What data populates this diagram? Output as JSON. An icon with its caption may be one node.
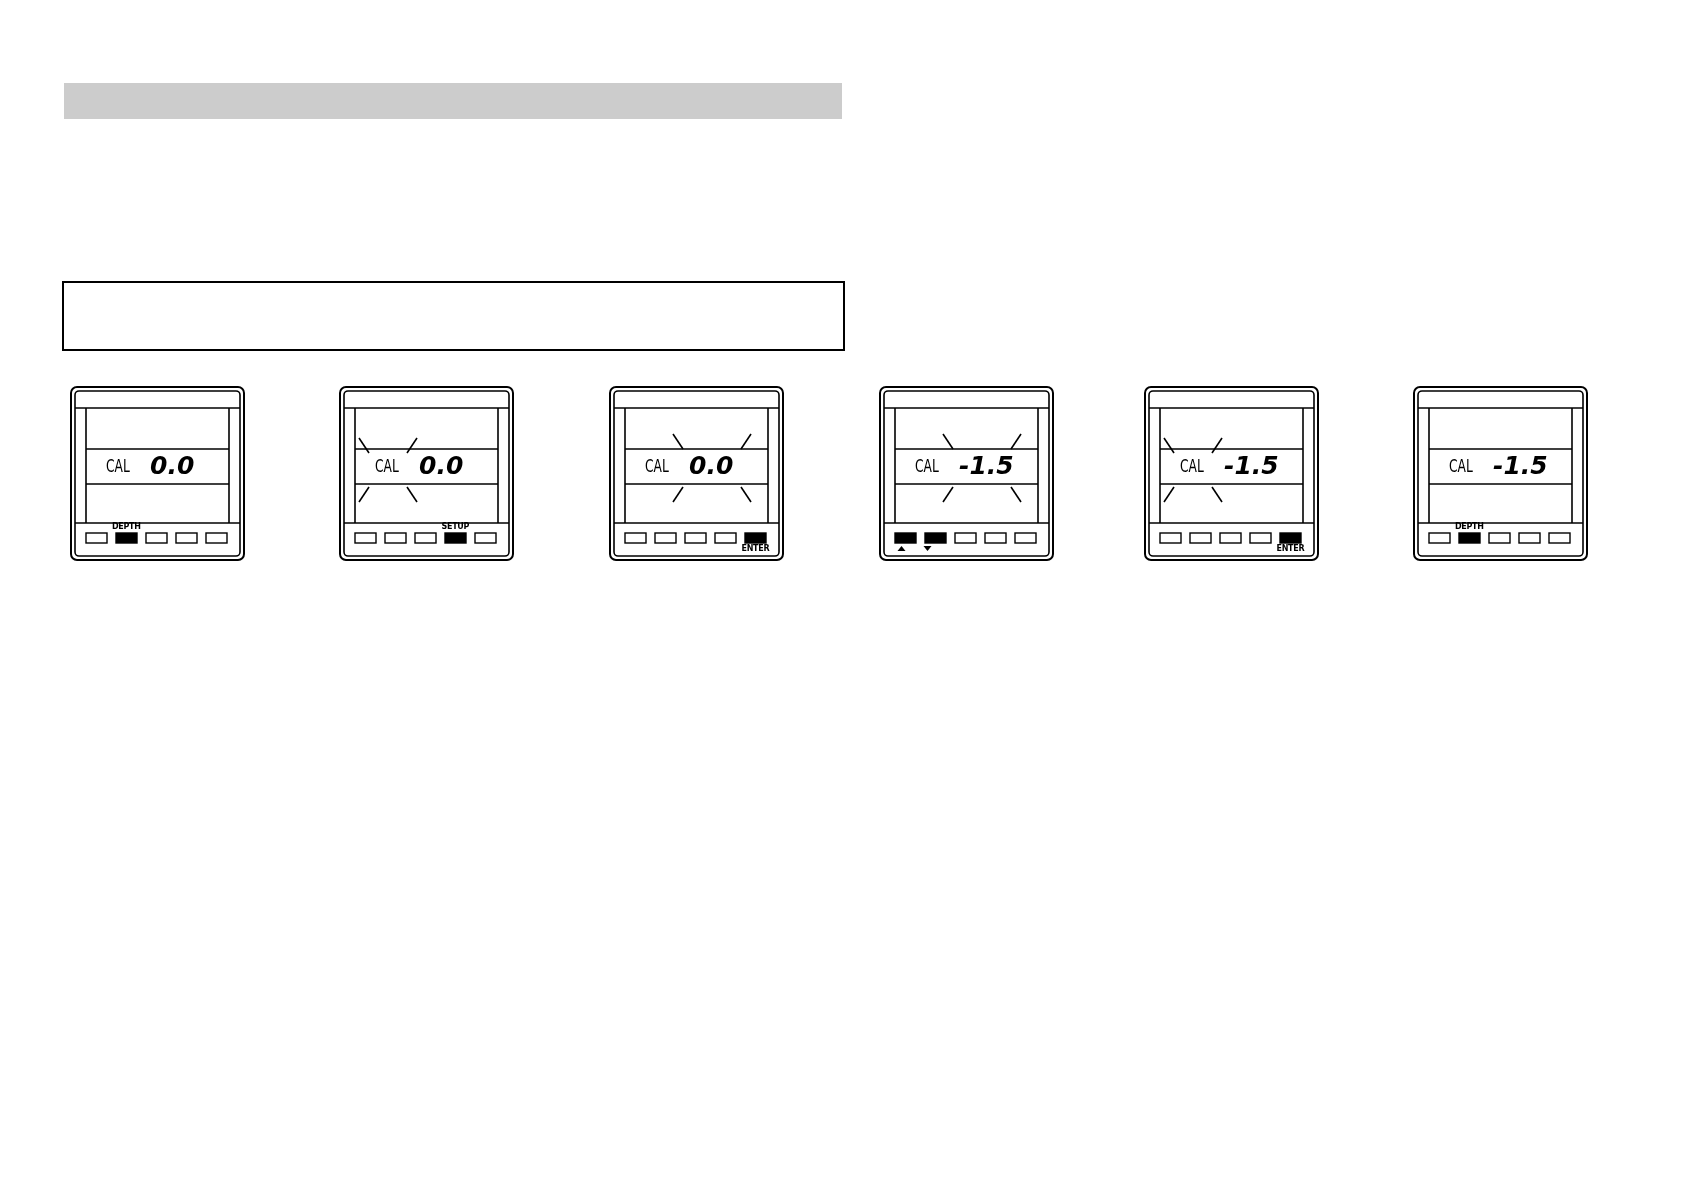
{
  "diagram": {
    "nodes": [
      {
        "text": [],
        "shape": "bar"
      },
      {
        "text": [],
        "shape": "box"
      },
      {
        "text": [
          "CAL",
          "0.0",
          "DEPTH"
        ]
      },
      {
        "text": [
          "CAL",
          "0.0",
          "SETUP"
        ]
      },
      {
        "text": [
          "CAL",
          "0.0",
          "ENTER"
        ]
      },
      {
        "text": [
          "CAL",
          "-1.5"
        ]
      },
      {
        "text": [
          "CAL",
          "-1.5",
          "ENTER"
        ]
      },
      {
        "text": [
          "CAL",
          "-1.5",
          "DEPTH"
        ]
      }
    ],
    "edges": []
  }
}
